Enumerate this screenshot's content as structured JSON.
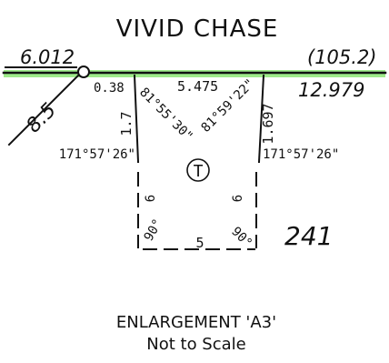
{
  "road": {
    "name": "VIVID CHASE",
    "left_distance": "6.012",
    "right_bearing": "(105.2)",
    "frontage_colour": "#9eea8a"
  },
  "dimensions": {
    "diagonal_left": "8.5",
    "top_small": "0.38",
    "top_middle": "5.475",
    "right_frontage": "12.979",
    "left_small": "1.7",
    "right_small": "1.697",
    "angle_left": "81°55'30\"",
    "angle_right": "81°59'22\"",
    "bearing_left": "171°57'26\"",
    "bearing_right": "171°57'26\"",
    "side_left": "6",
    "side_right": "6",
    "bottom": "5",
    "corner_left": "90°",
    "corner_right": "90°"
  },
  "lot": {
    "number": "241",
    "tower_symbol": "T"
  },
  "caption": {
    "line1": "ENLARGEMENT 'A3'",
    "line2": "Not to Scale"
  }
}
